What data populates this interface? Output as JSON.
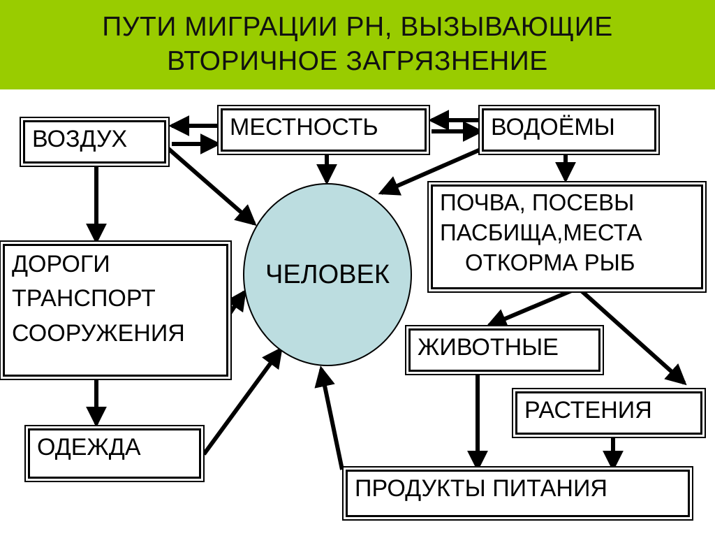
{
  "title": {
    "line1": "ПУТИ МИГРАЦИИ  РН,  ВЫЗЫВАЮЩИЕ",
    "line2": "ВТОРИЧНОЕ  ЗАГРЯЗНЕНИЕ"
  },
  "nodes": {
    "air": "ВОЗДУХ",
    "terrain": "МЕСТНОСТЬ",
    "water": "ВОДОЁМЫ",
    "human": "ЧЕЛОВЕК",
    "soil": [
      "ПОЧВА, ПОСЕВЫ",
      "ПАСБИЩА,МЕСТА",
      "ОТКОРМА РЫБ"
    ],
    "roads": [
      "ДОРОГИ",
      "ТРАНСПОРТ",
      "СООРУЖЕНИЯ"
    ],
    "animals": "ЖИВОТНЫЕ",
    "plants": "РАСТЕНИЯ",
    "clothes": "ОДЕЖДА",
    "food": "ПРОДУКТЫ ПИТАНИЯ"
  },
  "colors": {
    "header": "#99cc00",
    "circle": "#bcdde0",
    "line": "#000000"
  }
}
